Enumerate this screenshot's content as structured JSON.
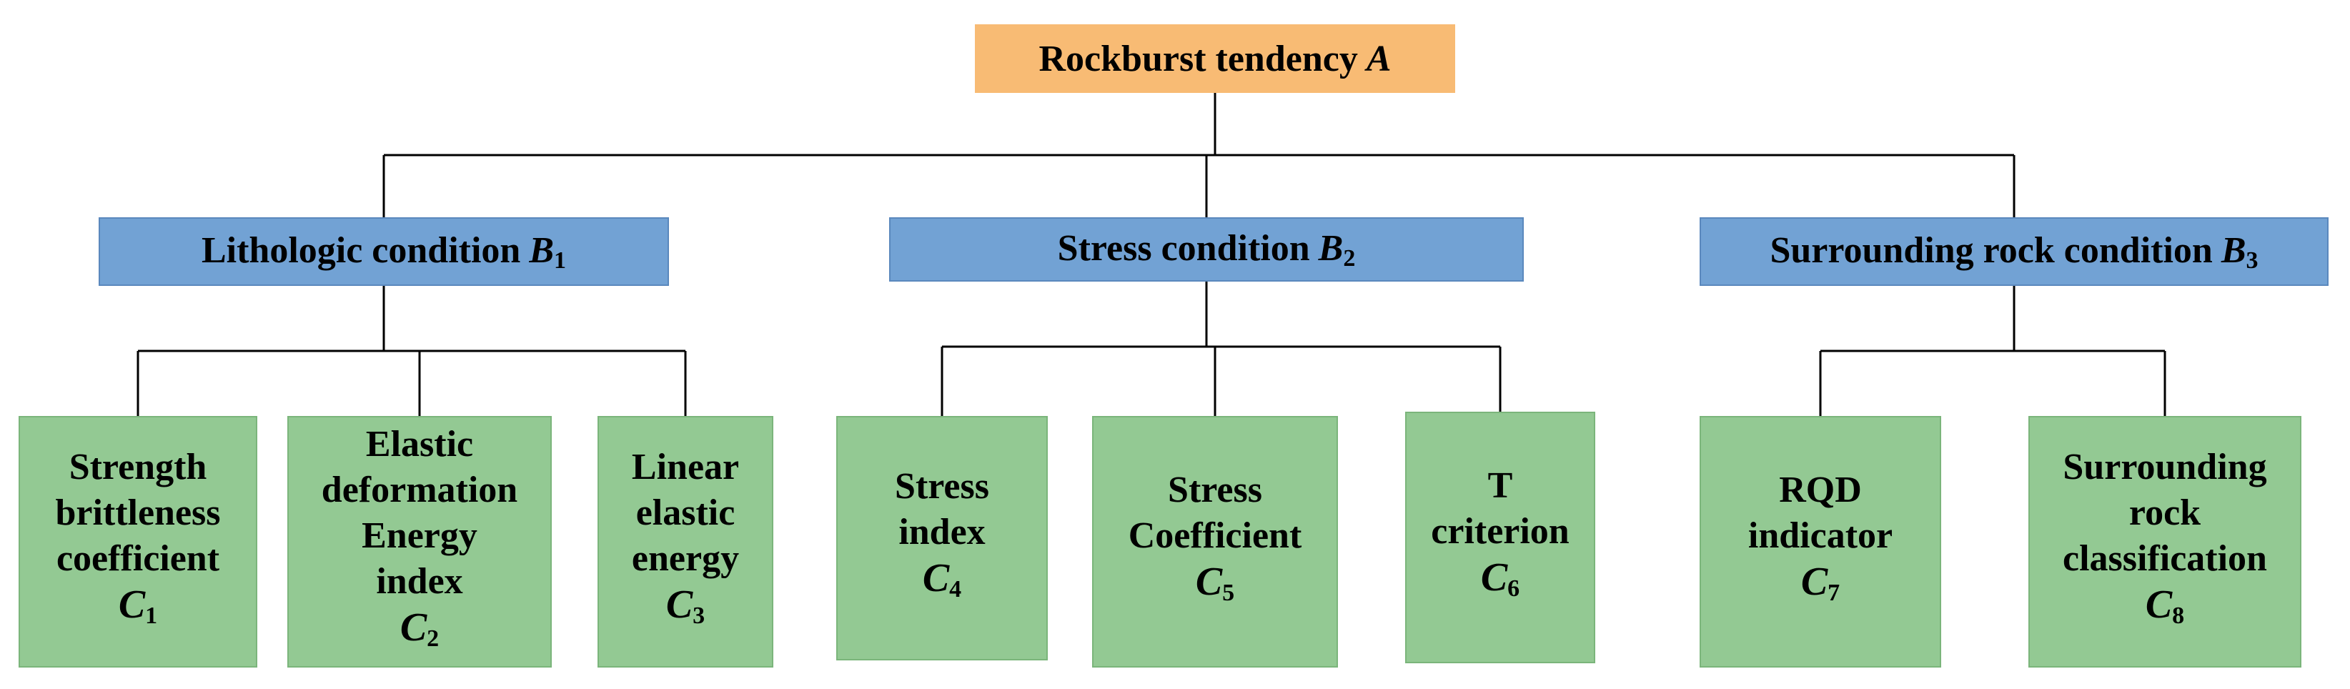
{
  "colors": {
    "root_fill": "#f8bb74",
    "criteria_fill": "#72a2d4",
    "indicator_fill": "#93c993",
    "connector": "#000000"
  },
  "root": {
    "label": "Rockburst tendency",
    "symbol": "A"
  },
  "criteria": [
    {
      "label": "Lithologic condition",
      "symbol": "B",
      "sub": "1"
    },
    {
      "label": "Stress condition",
      "symbol": "B",
      "sub": "2"
    },
    {
      "label": "Surrounding rock condition",
      "symbol": "B",
      "sub": "3"
    }
  ],
  "indicators": [
    {
      "lines": [
        "Strength",
        "brittleness",
        "coefficient"
      ],
      "symbol": "C",
      "sub": "1",
      "parent": 0
    },
    {
      "lines": [
        "Elastic",
        "deformation",
        "Energy",
        "index"
      ],
      "symbol": "C",
      "sub": "2",
      "parent": 0
    },
    {
      "lines": [
        "Linear",
        "elastic",
        "energy"
      ],
      "symbol": "C",
      "sub": "3",
      "parent": 0
    },
    {
      "lines": [
        "Stress",
        "index"
      ],
      "symbol": "C",
      "sub": "4",
      "parent": 1
    },
    {
      "lines": [
        "Stress",
        "Coefficient"
      ],
      "symbol": "C",
      "sub": "5",
      "parent": 1
    },
    {
      "lines": [
        "T",
        "criterion"
      ],
      "symbol": "C",
      "sub": "6",
      "parent": 1
    },
    {
      "lines": [
        "RQD",
        "indicator"
      ],
      "symbol": "C",
      "sub": "7",
      "parent": 2
    },
    {
      "lines": [
        "Surrounding",
        "rock",
        "classification"
      ],
      "symbol": "C",
      "sub": "8",
      "parent": 2
    }
  ]
}
